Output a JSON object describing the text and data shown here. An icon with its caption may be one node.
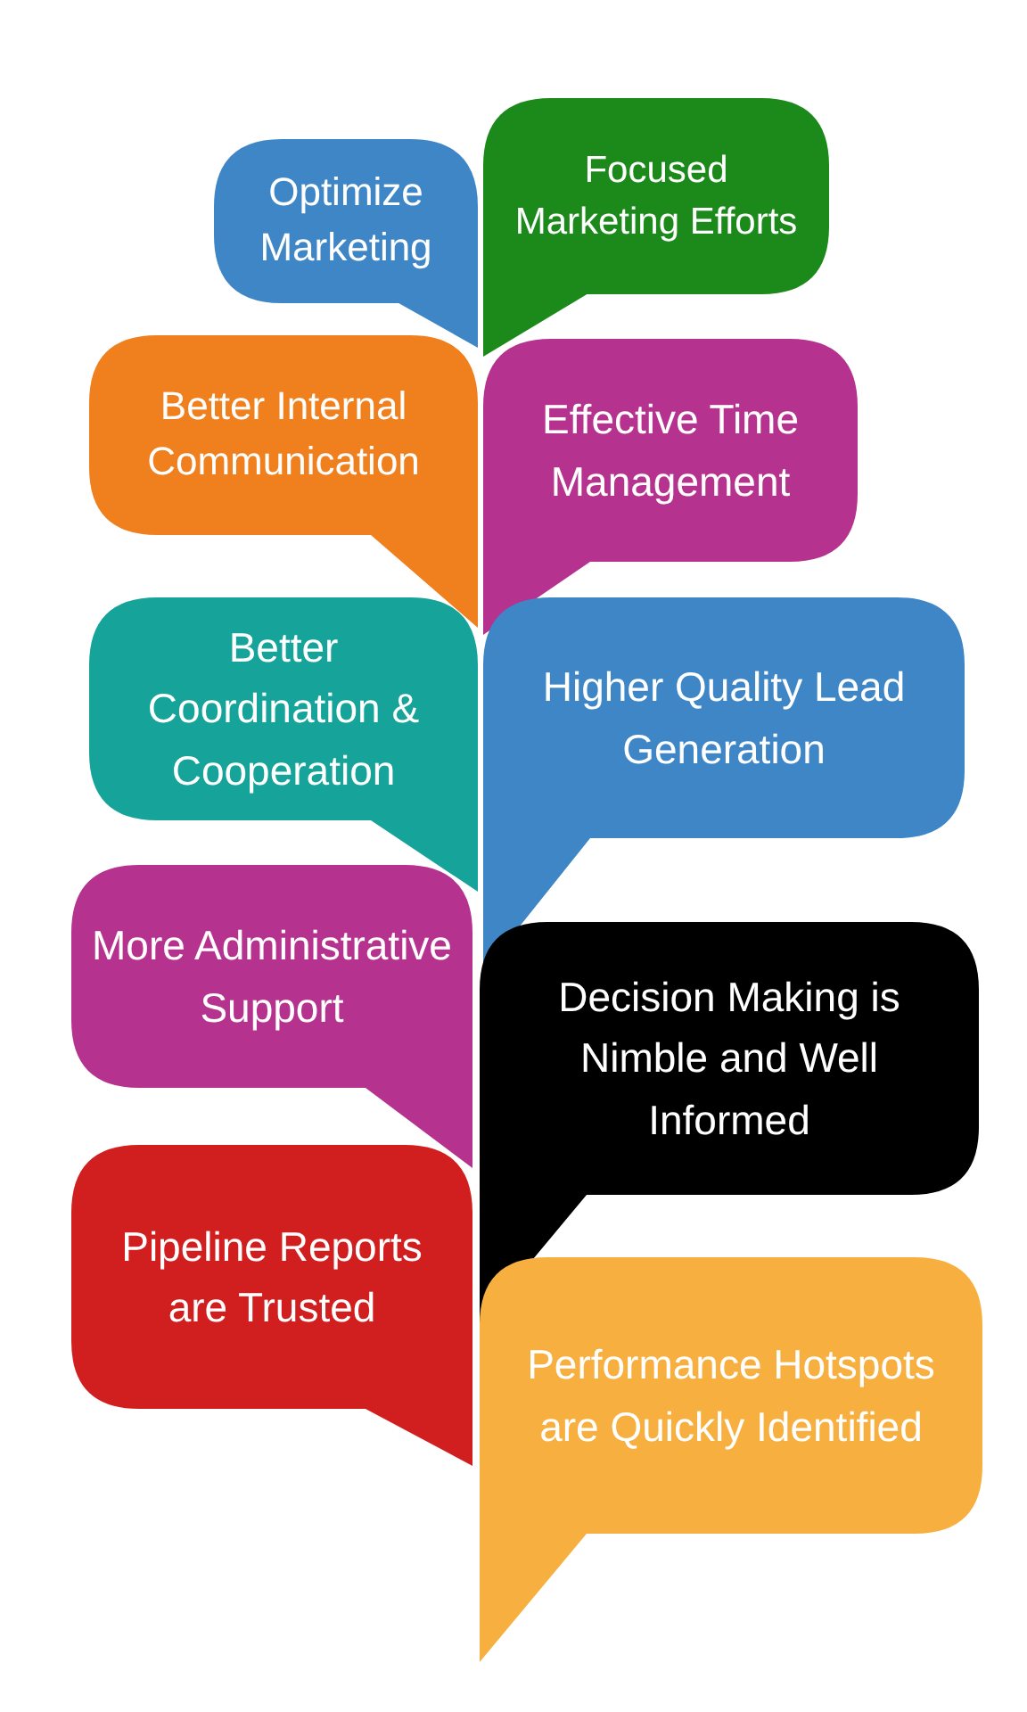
{
  "diagram": {
    "nodes": [
      {
        "text": [
          "Optimize Marketing"
        ]
      },
      {
        "text": [
          "Focused Marketing Efforts"
        ]
      },
      {
        "text": [
          "Better Internal Communication"
        ]
      },
      {
        "text": [
          "Effective Time Management"
        ]
      },
      {
        "text": [
          "Better Coordination & Cooperation"
        ]
      },
      {
        "text": [
          "Higher Quality Lead Generation"
        ]
      },
      {
        "text": [
          "More Administrative Support"
        ]
      },
      {
        "text": [
          "Decision Making is Nimble and Well Informed"
        ]
      },
      {
        "text": [
          "Pipeline Reports are Trusted"
        ]
      },
      {
        "text": [
          "Performance Hotspots are Quickly Identified"
        ]
      }
    ]
  }
}
